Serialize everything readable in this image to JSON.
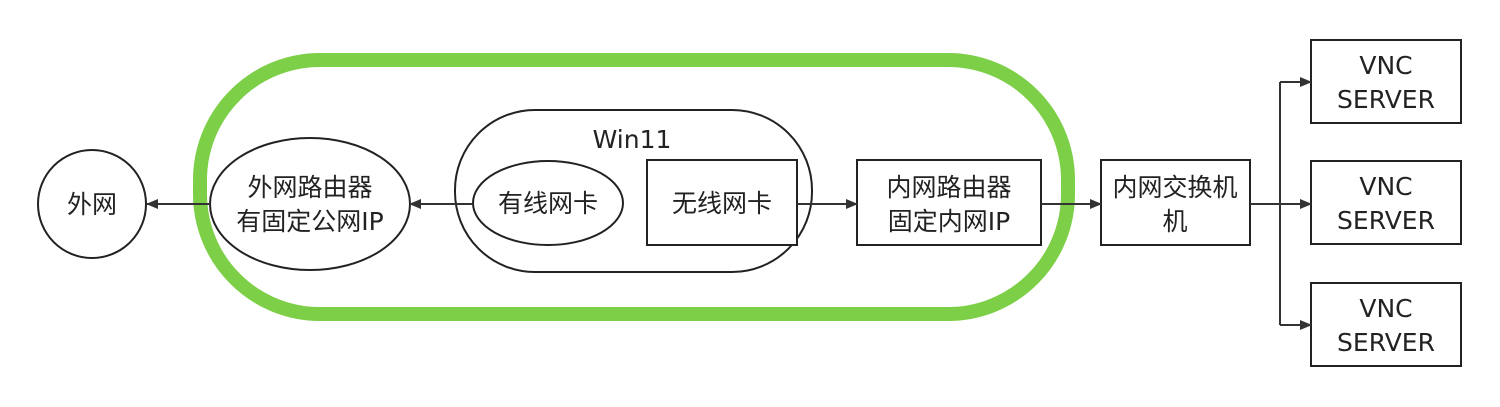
{
  "colors": {
    "highlight": "#7ccf47",
    "stroke": "#222222"
  },
  "nodes": {
    "internet": "外网",
    "wan_router": [
      "外网路由器",
      "有固定公网IP"
    ],
    "win11": "Win11",
    "wired_nic": "有线网卡",
    "wireless_nic": "无线网卡",
    "lan_router": [
      "内网路由器",
      "固定内网IP"
    ],
    "lan_switch": [
      "内网交换机",
      "机"
    ],
    "vnc_servers": [
      [
        "VNC",
        "SERVER"
      ],
      [
        "VNC",
        "SERVER"
      ],
      [
        "VNC",
        "SERVER"
      ]
    ]
  }
}
